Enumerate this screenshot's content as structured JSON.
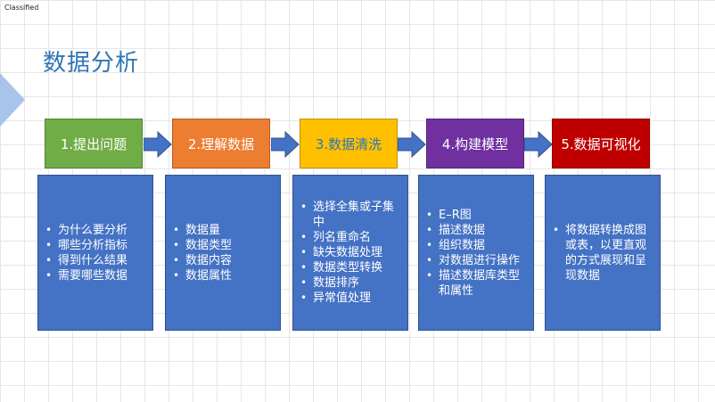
{
  "header": {
    "classification": "Classified",
    "title": "数据分析"
  },
  "steps": [
    {
      "label": "1.提出问题",
      "color": "#70ad47",
      "text_color": "#ffffff"
    },
    {
      "label": "2.理解数据",
      "color": "#ed7d31",
      "text_color": "#ffffff"
    },
    {
      "label": "3.数据清洗",
      "color": "#ffc000",
      "text_color": "#2e75b6"
    },
    {
      "label": "4.构建模型",
      "color": "#7030a0",
      "text_color": "#ffffff"
    },
    {
      "label": "5.数据可视化",
      "color": "#c00000",
      "text_color": "#ffffff"
    }
  ],
  "details": [
    {
      "items": [
        "为什么要分析",
        "哪些分析指标",
        "得到什么结果",
        "需要哪些数据"
      ]
    },
    {
      "items": [
        "数据量",
        "数据类型",
        "数据内容",
        "数据属性"
      ]
    },
    {
      "items": [
        "选择全集或子集中",
        "列名重命名",
        "缺失数据处理",
        "数据类型转换",
        "数据排序",
        "异常值处理"
      ]
    },
    {
      "items": [
        "E–R图",
        "描述数据",
        "组织数据",
        "对数据进行操作",
        "描述数据库类型和属性"
      ]
    },
    {
      "items": [
        "将数据转换成图或表，以更直观的方式展现和呈现数据"
      ]
    }
  ],
  "colors": {
    "arrow": "#4472c4",
    "detail_box": "#4472c4",
    "title": "#2e75b6",
    "side_triangle": "#a9c4ea"
  }
}
